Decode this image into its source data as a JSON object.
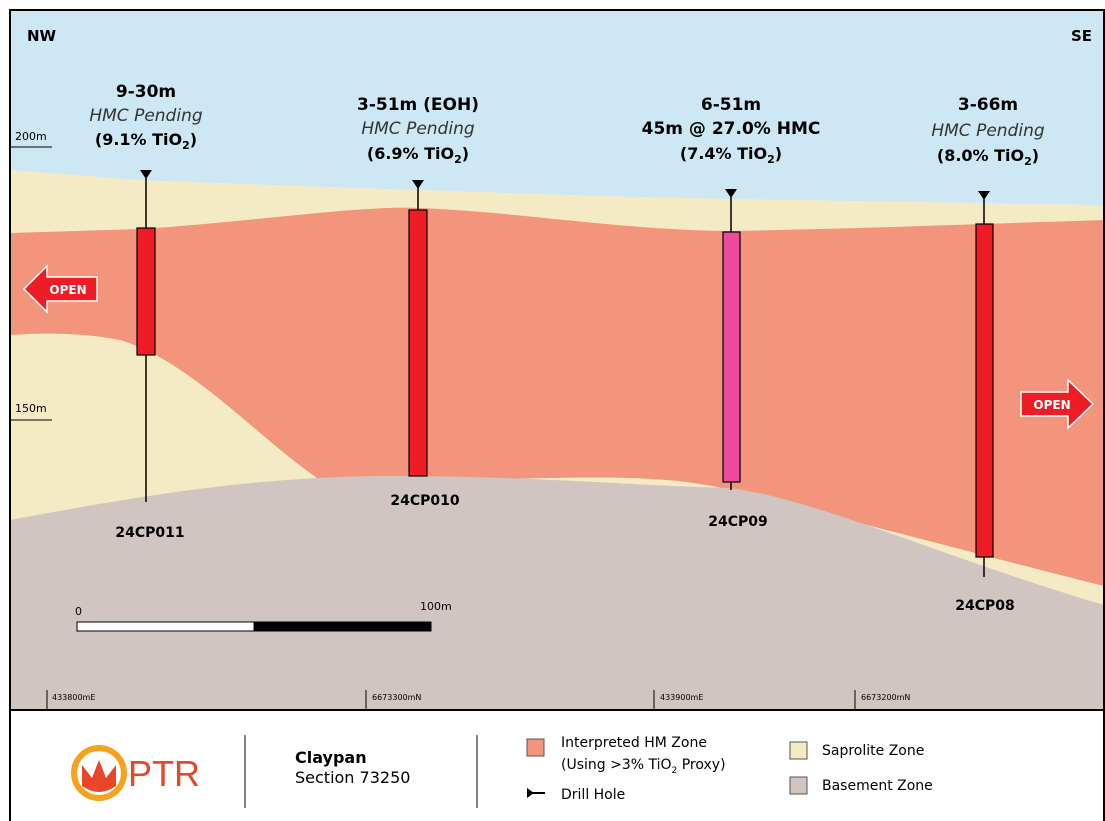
{
  "orientation": {
    "left": "NW",
    "right": "SE"
  },
  "elevation_labels": [
    "200m",
    "150m"
  ],
  "open_label": "OPEN",
  "holes": [
    {
      "id": "24CP011",
      "l1": "9-30m",
      "l2": "HMC Pending",
      "l3_pre": "(9.1% TiO",
      "l3_sub": "2",
      "l3_post": ")",
      "color": "#ee1c25"
    },
    {
      "id": "24CP010",
      "l1": "3-51m (EOH)",
      "l2": "HMC Pending",
      "l3_pre": "(6.9% TiO",
      "l3_sub": "2",
      "l3_post": ")",
      "color": "#ee1c25"
    },
    {
      "id": "24CP09",
      "l1": "6-51m",
      "l2": "45m @ 27.0% HMC",
      "l3_pre": "(7.4% TiO",
      "l3_sub": "2",
      "l3_post": ")",
      "color": "#ee4a9c"
    },
    {
      "id": "24CP08",
      "l1": "3-66m",
      "l2": "HMC Pending",
      "l3_pre": "(8.0% TiO",
      "l3_sub": "2",
      "l3_post": ")",
      "color": "#ee1c25"
    }
  ],
  "scale_bar": {
    "start": "0",
    "end": "100m"
  },
  "coordinates": [
    "433800mE",
    "6673300mN",
    "433900mE",
    "6673200mN"
  ],
  "logo": {
    "text": "PTR"
  },
  "title": {
    "name": "Claypan",
    "section": "Section 73250"
  },
  "legend": {
    "hm_zone_l1": "Interpreted HM Zone",
    "hm_zone_l2_pre": "(Using >3% TiO",
    "hm_zone_l2_sub": "2",
    "hm_zone_l2_post": " Proxy)",
    "drill_hole": "Drill Hole",
    "saprolite": "Saprolite Zone",
    "basement": "Basement Zone"
  },
  "colors": {
    "sky": "#cde7f4",
    "saprolite": "#f4ebc5",
    "hm_zone": "#f2957c",
    "basement": "#d1c5c1",
    "drill_red": "#ee1c25",
    "drill_pink": "#ee4a9c"
  }
}
